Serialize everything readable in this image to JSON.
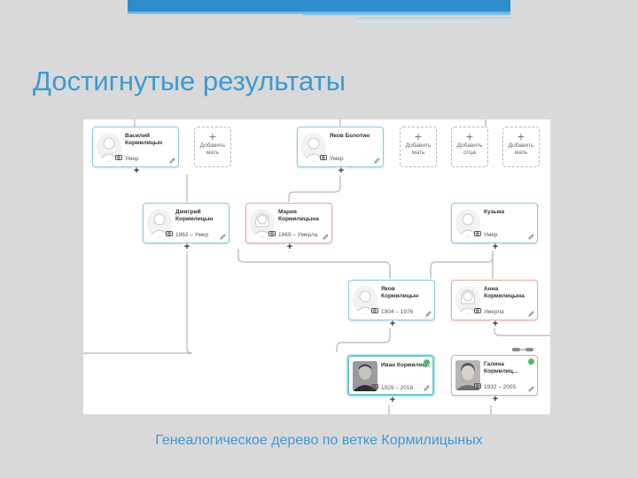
{
  "slide": {
    "title": "Достигнутые результаты",
    "caption": "Генеалогическое дерево по ветке Кормилицыных"
  },
  "people": [
    {
      "key": "vasiliy",
      "name": "Василий Кормилицын",
      "info": "Умер"
    },
    {
      "key": "yakov_bolotin",
      "name": "Яков Болотин",
      "info": "Умер"
    },
    {
      "key": "dmitriy",
      "name": "Дмитрий Кормилицын",
      "info": "1862 – Умер"
    },
    {
      "key": "mariya",
      "name": "Мария Кормилицына",
      "info": "1869 – Умерла"
    },
    {
      "key": "kuzma",
      "name": "Кузьма",
      "info": "Умер"
    },
    {
      "key": "yakov",
      "name": "Яков Кормилицын",
      "info": "1904 – 1976"
    },
    {
      "key": "anna",
      "name": "Анна Кормилицына",
      "info": "Умерла"
    },
    {
      "key": "ivan",
      "name": "Иван Кормилиц...",
      "info": "1929 – 2018"
    },
    {
      "key": "galina",
      "name": "Галина Кормилиц...",
      "info": "1932 – 2005"
    }
  ],
  "add_buttons": [
    {
      "key": "add_mother_1",
      "plus": "+",
      "label": "Добавить мать"
    },
    {
      "key": "add_mother_2",
      "plus": "+",
      "label": "Добавить мать"
    },
    {
      "key": "add_father",
      "plus": "+",
      "label": "Добавить отца"
    },
    {
      "key": "add_mother_3",
      "plus": "+",
      "label": "Добавить мать"
    }
  ],
  "expand_symbol": "+",
  "colors": {
    "accent": "#3b9ad5",
    "male_border": "#7fcfe0",
    "female_border": "#f0a5a2",
    "connector": "#b5b5b5",
    "background": "#d9d9d9",
    "online_badge": "#4cbc5c"
  },
  "icons": [
    "camera-icon",
    "pencil-icon",
    "male-avatar-icon",
    "female-avatar-icon",
    "plus-icon"
  ]
}
